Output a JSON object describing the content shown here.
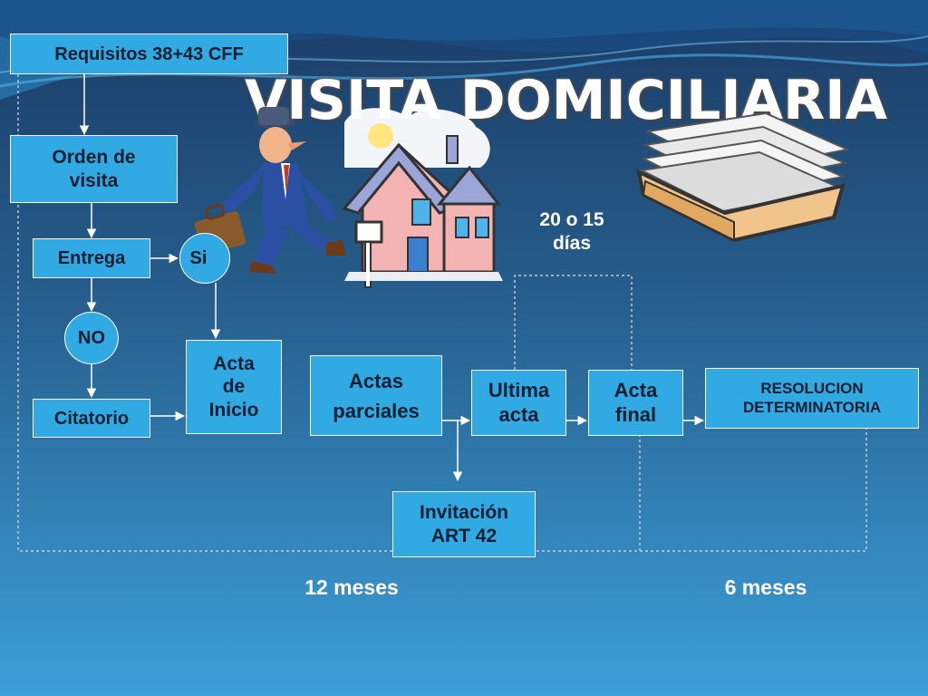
{
  "title": "VISITA DOMICILIARIA",
  "colors": {
    "box_fill": "#31a9e2",
    "box_text": "#0b1f33",
    "bg_top": "#1f3f6b",
    "bg_bottom": "#3a9fd6",
    "arrow": "#ffffff"
  },
  "nodes": {
    "requisitos": "Requisitos 38+43 CFF",
    "orden_line1": "Orden de",
    "orden_line2": "visita",
    "entrega": "Entrega",
    "si": "Si",
    "no": "NO",
    "citatorio": "Citatorio",
    "acta_inicio_line1": "Acta",
    "acta_inicio_line2": "de",
    "acta_inicio_line3": "Inicio",
    "actas_line1": "Actas",
    "actas_line2": "parciales",
    "ultima_line1": "Ultima",
    "ultima_line2": "acta",
    "acta_final_line1": "Acta",
    "acta_final_line2": "final",
    "resolucion_line1": "RESOLUCION",
    "resolucion_line2": "DETERMINATORIA",
    "invitacion_line1": "Invitación",
    "invitacion_line2": "ART 42"
  },
  "labels": {
    "dias_line1": "20 o 15",
    "dias_line2": "días",
    "doce_meses": "12 meses",
    "seis_meses": "6 meses"
  },
  "illustrations": [
    "walking-businessman-icon",
    "house-icon",
    "paper-stack-tray-icon"
  ]
}
